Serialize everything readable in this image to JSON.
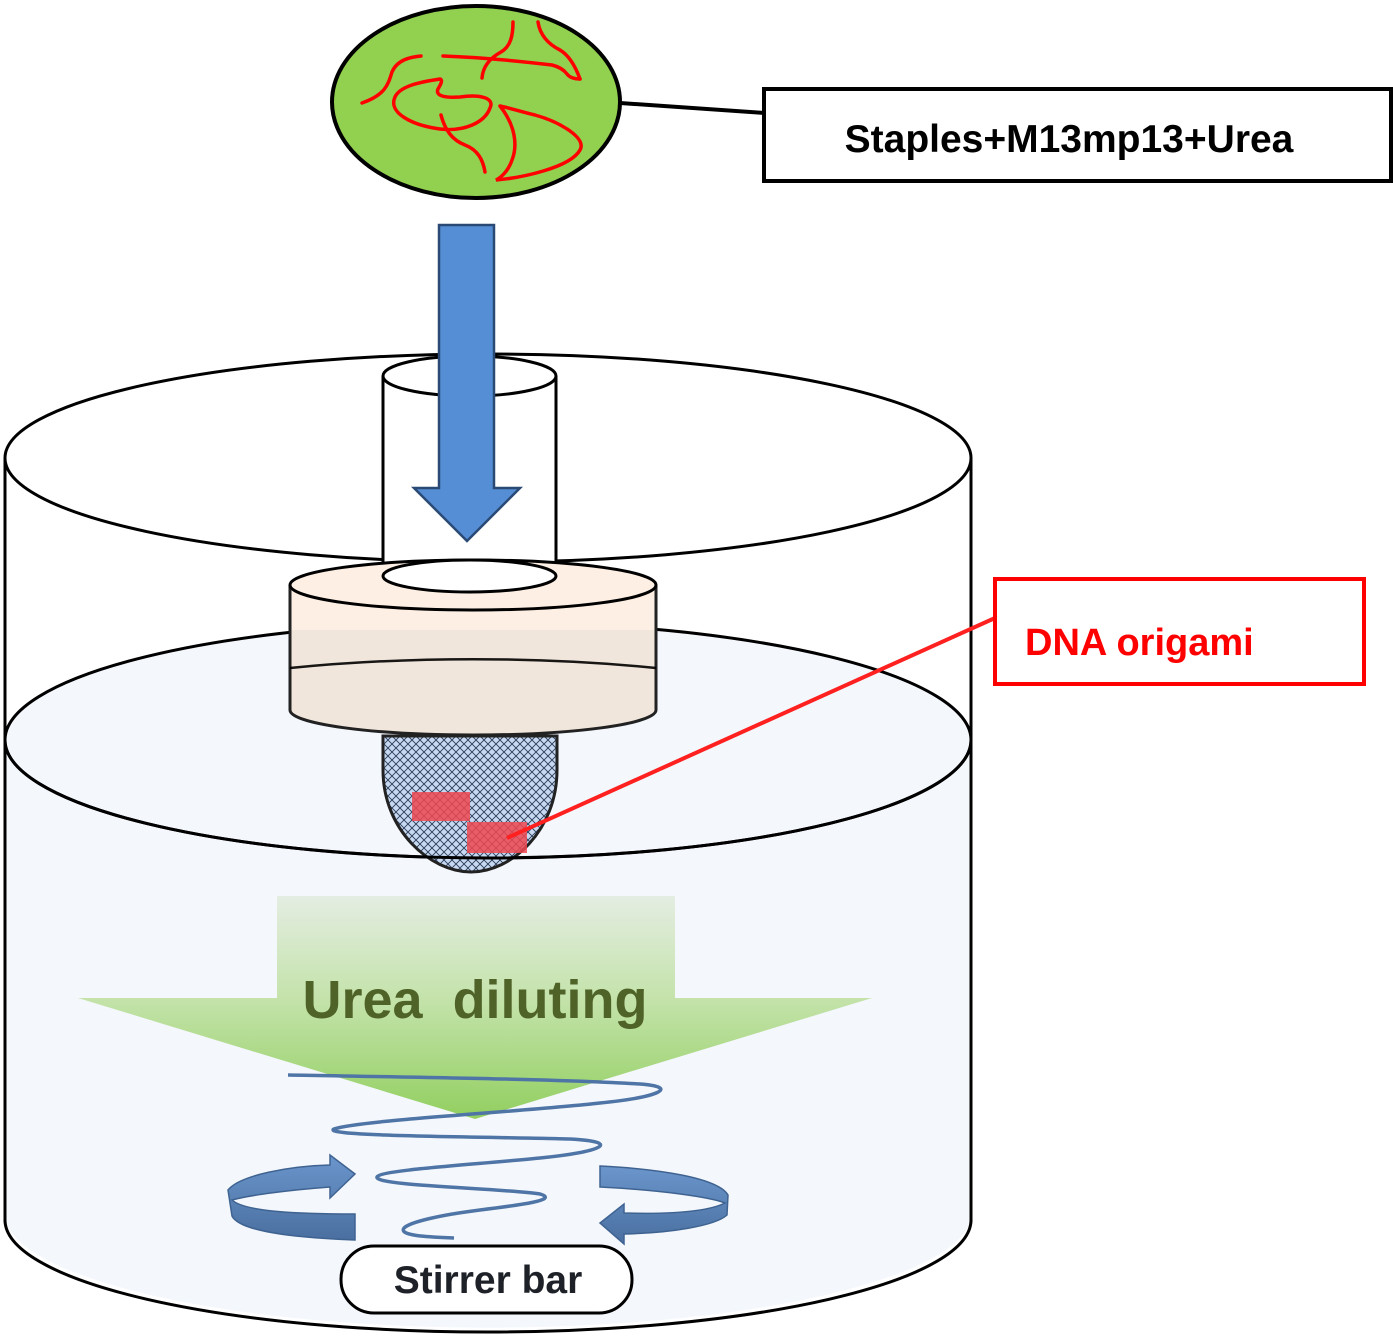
{
  "diagram": {
    "title_box_label": "Staples+M13mp13+Urea",
    "origami_label": "DNA origami",
    "dilution_label": "Urea  diluting",
    "stirrer_label": "Stirrer bar"
  },
  "colors": {
    "droplet_green": "#92d050",
    "strand_red": "#ff0000",
    "arrow_blue": "#558ed5",
    "arrow_blue_edge": "#2a4a75",
    "water_fill": "#f4f7fc",
    "collar_top": "#fdefe3",
    "collar_body": "#f1e6dc",
    "mesh_fill": "#c6d9f1",
    "origami_red": "#ee4650",
    "dilution_green": "#9fd46e",
    "dilution_text": "#4f6228",
    "spring_blue": "#4f75a6",
    "rotation_blue": "#5582bd"
  }
}
